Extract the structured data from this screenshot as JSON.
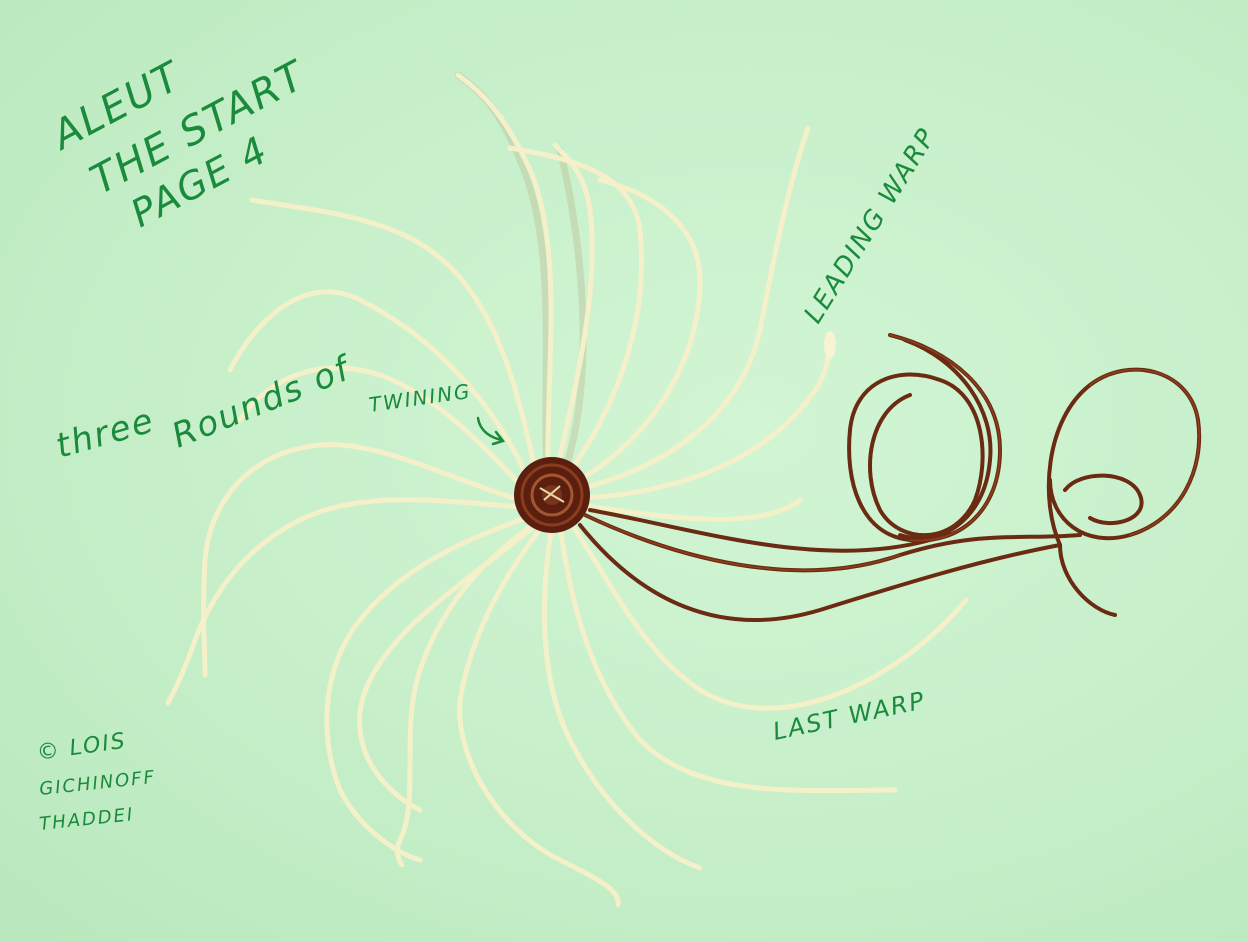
{
  "labels": {
    "title_line1": "ALEUT",
    "title_line2": "THE START",
    "title_line3": "PAGE 4",
    "three": "three",
    "rounds_of": "Rounds of",
    "twining": "TWINING",
    "leading_warp": "LEADING WARP",
    "last_warp": "LAST WARP",
    "copyright_line1": "© LOIS",
    "copyright_line2": "GICHINOFF",
    "copyright_line3": "THADDEI"
  },
  "colors": {
    "background": "#c9f0c9",
    "ink": "#1a8a3c",
    "warp": "#f4f0c9",
    "weft": "#6b2a12"
  }
}
